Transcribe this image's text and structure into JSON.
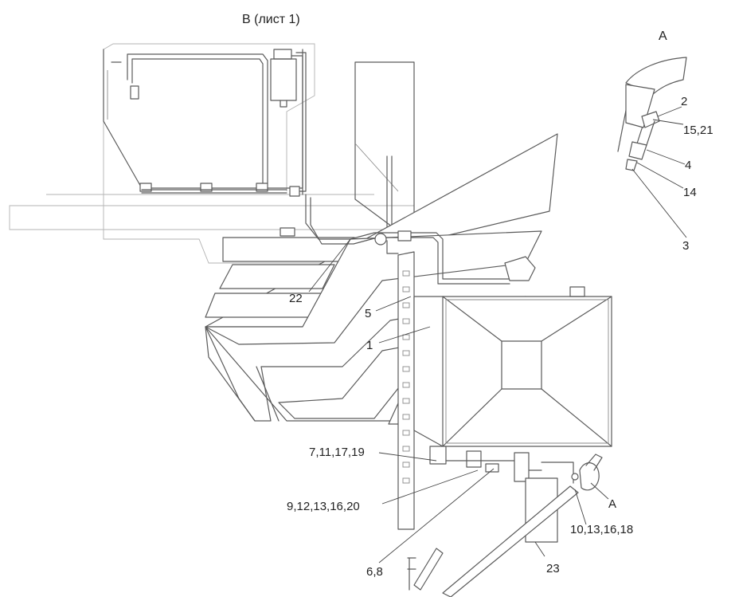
{
  "view_title": "В (лист 1)",
  "detail_title": "А",
  "callouts": {
    "c1": "1",
    "c2": "2",
    "c3": "3",
    "c4": "4",
    "c5": "5",
    "c14": "14",
    "c15_21": "15,21",
    "c22": "22",
    "c23": "23",
    "c6_8": "6,8",
    "c7_11_17_19": "7,11,17,19",
    "c9_12_13_16_20": "9,12,13,16,20",
    "c10_13_16_18": "10,13,16,18",
    "detail_ref": "А"
  }
}
